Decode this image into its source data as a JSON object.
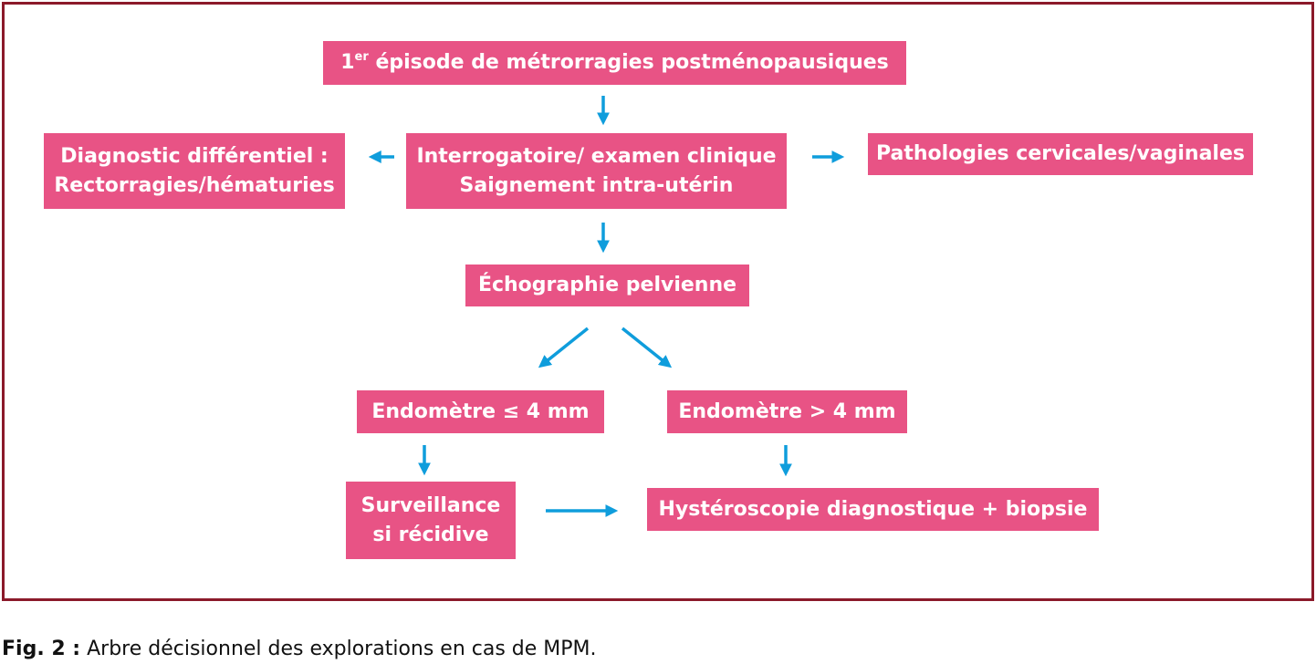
{
  "nodes": {
    "start": {
      "sup_prefix": "1",
      "sup": "er",
      "text": " épisode de métrorragies postménopausiques"
    },
    "differential": {
      "line1": "Diagnostic différentiel :",
      "line2": "Rectorragies/hématuries"
    },
    "interrogation": {
      "line1": "Interrogatoire/ examen clinique",
      "line2": "Saignement intra-utérin"
    },
    "cervical": {
      "text": "Pathologies cervicales/vaginales"
    },
    "echo": {
      "text": "Échographie pelvienne"
    },
    "endo_low": {
      "text": "Endomètre ≤  4 mm"
    },
    "endo_high": {
      "text": "Endomètre > 4 mm"
    },
    "surveillance": {
      "line1": "Surveillance",
      "line2": "si récidive"
    },
    "hysteroscopy": {
      "text": "Hystéroscopie diagnostique + biopsie"
    }
  },
  "caption": {
    "label": "Fig. 2 :",
    "text": " Arbre décisionnel des explorations en cas de MPM."
  },
  "colors": {
    "box": "#e85385",
    "arrow": "#0f9ddc",
    "frame": "#8b1a2a"
  }
}
